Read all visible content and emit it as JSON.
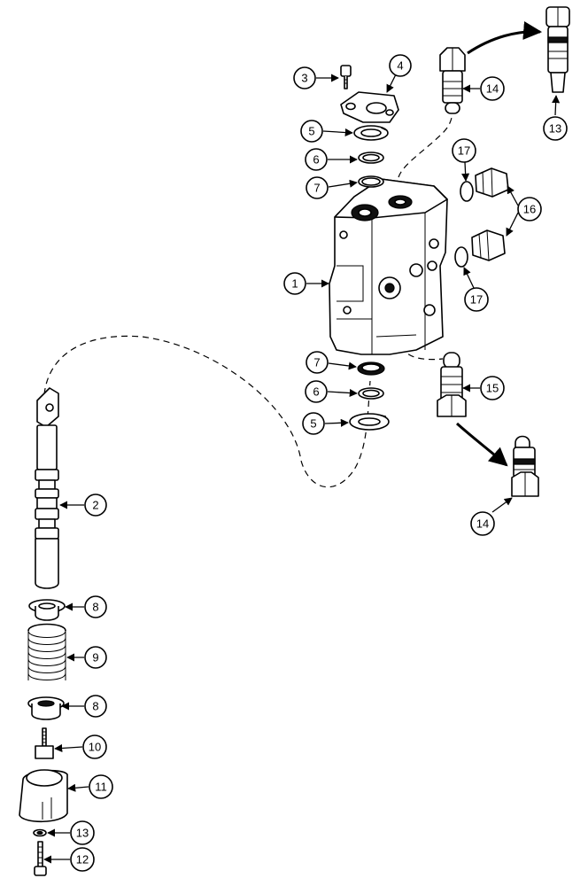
{
  "diagram": {
    "callouts": [
      {
        "id": "c1",
        "label": "1"
      },
      {
        "id": "c2",
        "label": "2"
      },
      {
        "id": "c3",
        "label": "3"
      },
      {
        "id": "c4",
        "label": "4"
      },
      {
        "id": "c5a",
        "label": "5"
      },
      {
        "id": "c5b",
        "label": "5"
      },
      {
        "id": "c6a",
        "label": "6"
      },
      {
        "id": "c6b",
        "label": "6"
      },
      {
        "id": "c7a",
        "label": "7"
      },
      {
        "id": "c7b",
        "label": "7"
      },
      {
        "id": "c8a",
        "label": "8"
      },
      {
        "id": "c8b",
        "label": "8"
      },
      {
        "id": "c9",
        "label": "9"
      },
      {
        "id": "c10",
        "label": "10"
      },
      {
        "id": "c11",
        "label": "11"
      },
      {
        "id": "c12",
        "label": "12"
      },
      {
        "id": "c13a",
        "label": "13"
      },
      {
        "id": "c13b",
        "label": "13"
      },
      {
        "id": "c14a",
        "label": "14"
      },
      {
        "id": "c14b",
        "label": "14"
      },
      {
        "id": "c15",
        "label": "15"
      },
      {
        "id": "c16",
        "label": "16"
      },
      {
        "id": "c17a",
        "label": "17"
      },
      {
        "id": "c17b",
        "label": "17"
      }
    ]
  }
}
